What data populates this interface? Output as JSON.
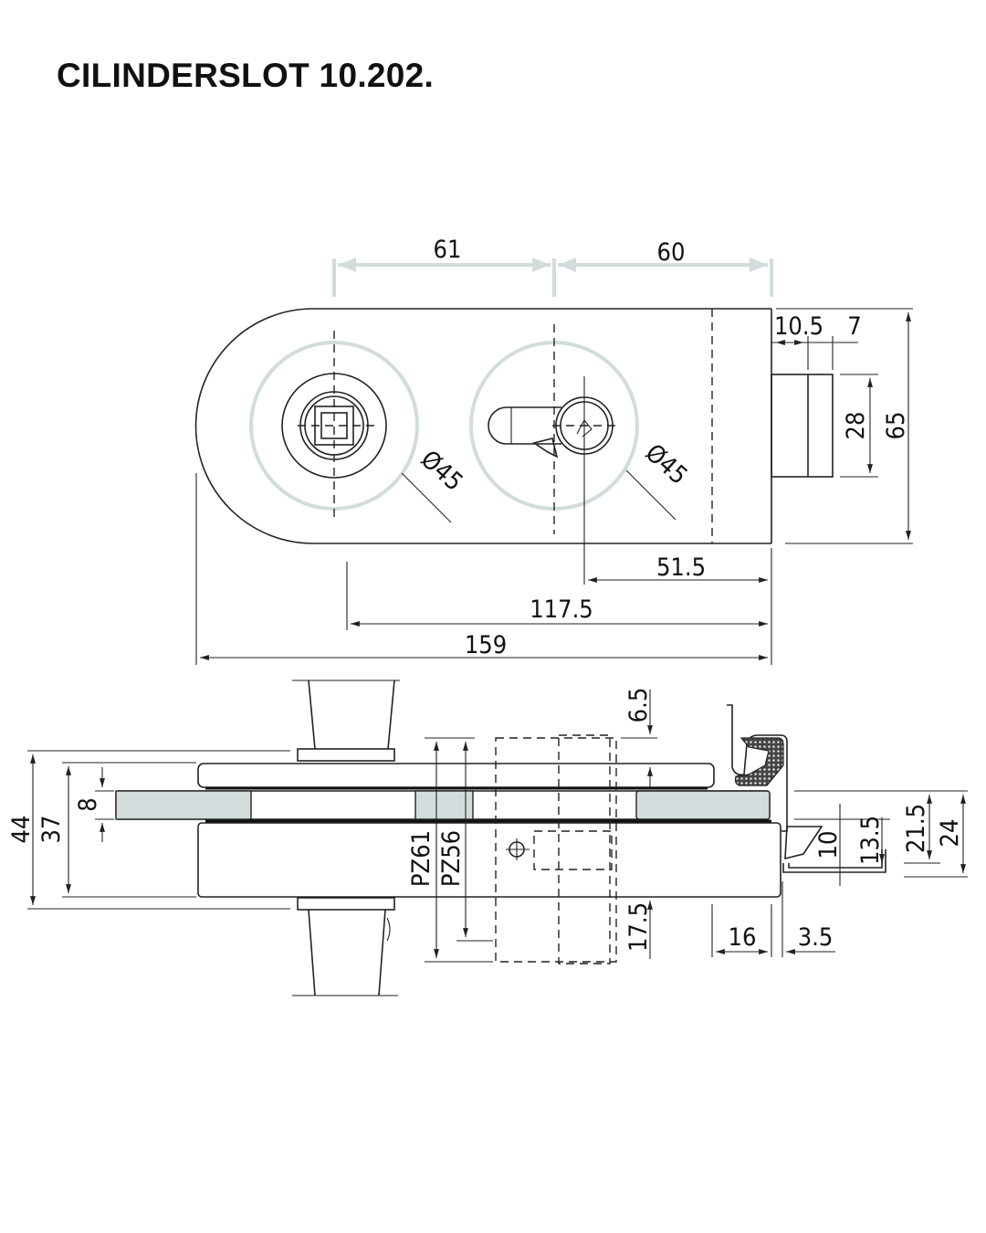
{
  "title": "CILINDERSLOT 10.202.",
  "top_view": {
    "dim_61": "61",
    "dim_60": "60",
    "dim_10_5": "10.5",
    "dim_7": "7",
    "dim_28": "28",
    "dim_65": "65",
    "dia_left": "Ø45",
    "dia_right": "Ø45",
    "dim_51_5": "51.5",
    "dim_117_5": "117.5",
    "dim_159": "159"
  },
  "side_view": {
    "dim_44": "44",
    "dim_37": "37",
    "dim_8": "8",
    "pz61": "PZ61",
    "pz56": "PZ56",
    "dim_6_5": "6.5",
    "dim_17_5": "17.5",
    "dim_10": "10",
    "dim_13_5": "13.5",
    "dim_21_5": "21.5",
    "dim_24": "24",
    "dim_16": "16",
    "dim_3_5": "3.5"
  },
  "colors": {
    "accent_gray": "#d3dcdc",
    "line": "#222222"
  }
}
